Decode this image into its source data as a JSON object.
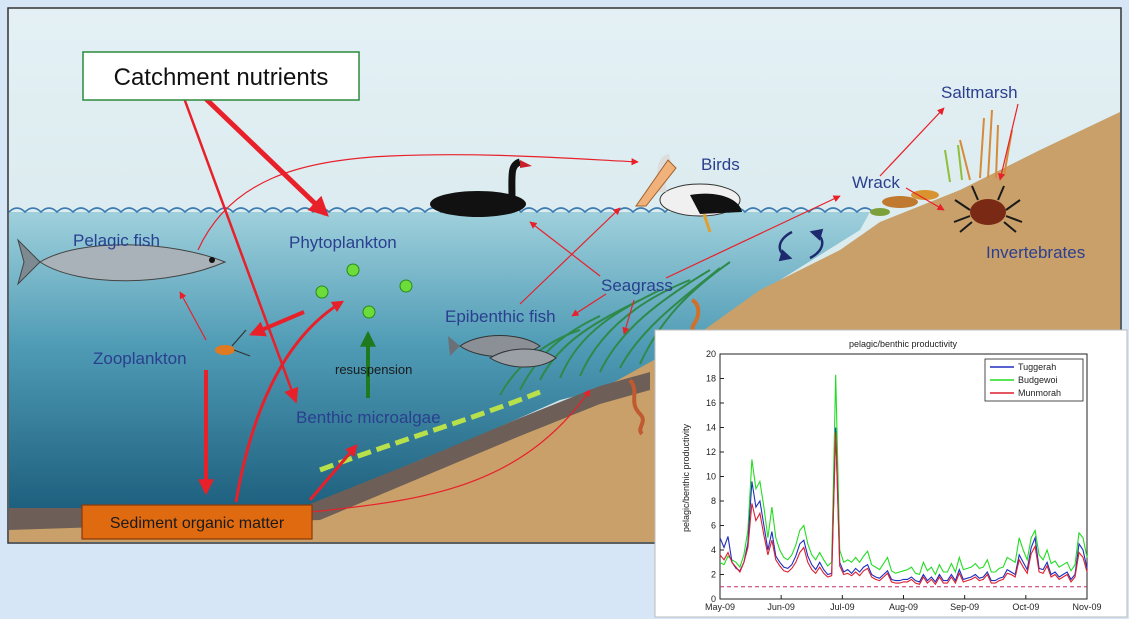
{
  "diagram": {
    "catchment_label": "Catchment nutrients",
    "sediment_label": "Sediment organic matter",
    "labels": {
      "pelagic_fish": "Pelagic fish",
      "phytoplankton": "Phytoplankton",
      "zooplankton": "Zooplankton",
      "resuspension": "resuspension",
      "benthic_microalgae": "Benthic microalgae",
      "epibenthic_fish": "Epibenthic fish",
      "seagrass": "Seagrass",
      "birds": "Birds",
      "wrack": "Wrack",
      "saltmarsh": "Saltmarsh",
      "invertebrates": "Invertebrates"
    },
    "colors": {
      "arrow": "#e8202a",
      "green_arrow": "#1f7a1f",
      "water_top": "#8fc4d6",
      "water_bottom": "#1f6a86",
      "sand": "#c9a06a",
      "sediment": "#6d5f57",
      "label_text": "#2a3f8f"
    }
  },
  "chart_data": {
    "type": "line",
    "title": "pelagic/benthic productivity",
    "xlabel": "",
    "ylabel": "pelagic/benthic productivity",
    "ylim": [
      0,
      20
    ],
    "yticks": [
      "0",
      "2",
      "4",
      "6",
      "8",
      "10",
      "12",
      "14",
      "16",
      "18",
      "20"
    ],
    "xticks": [
      "May-09",
      "Jun-09",
      "Jul-09",
      "Aug-09",
      "Sep-09",
      "Oct-09",
      "Nov-09"
    ],
    "legend_position": "top-right",
    "reference_line": 1,
    "x": [
      0,
      2,
      4,
      6,
      8,
      10,
      12,
      14,
      16,
      18,
      20,
      22,
      24,
      26,
      28,
      30,
      32,
      34,
      36,
      38,
      40,
      42,
      44,
      46,
      48,
      50,
      52,
      54,
      56,
      58,
      60,
      62,
      64,
      66,
      68,
      70,
      72,
      74,
      76,
      78,
      80,
      82,
      84,
      86,
      88,
      90,
      92,
      94,
      96,
      98,
      100,
      102,
      104,
      106,
      108,
      110,
      112,
      114,
      116,
      118,
      120,
      122,
      124,
      126,
      128,
      130,
      132,
      134,
      136,
      138,
      140,
      142,
      144,
      146,
      148,
      150,
      152,
      154,
      156,
      158,
      160,
      162,
      164,
      166,
      168,
      170,
      172,
      174,
      176,
      178,
      180,
      182,
      184
    ],
    "series": [
      {
        "name": "Tuggerah",
        "color": "#1f2fbf",
        "values": [
          5.0,
          4.2,
          5.1,
          3.0,
          2.5,
          2.3,
          3.0,
          4.6,
          9.6,
          7.5,
          8.0,
          6.0,
          4.0,
          5.5,
          3.5,
          3.0,
          2.6,
          2.5,
          2.8,
          3.5,
          4.5,
          4.8,
          3.5,
          2.8,
          2.4,
          3.0,
          2.4,
          2.0,
          2.1,
          14.0,
          3.0,
          2.2,
          2.4,
          2.1,
          2.5,
          2.2,
          2.6,
          2.8,
          2.0,
          1.8,
          1.7,
          2.0,
          2.3,
          1.6,
          1.5,
          1.5,
          1.6,
          1.6,
          1.8,
          1.5,
          1.4,
          2.0,
          1.5,
          1.8,
          1.4,
          2.0,
          1.5,
          1.5,
          2.0,
          1.5,
          2.4,
          1.6,
          1.7,
          1.8,
          2.0,
          1.7,
          1.8,
          2.2,
          1.5,
          1.5,
          1.7,
          1.8,
          2.4,
          2.2,
          2.0,
          3.6,
          3.0,
          2.4,
          4.2,
          5.0,
          2.5,
          2.4,
          3.0,
          2.0,
          2.2,
          1.8,
          2.0,
          2.2,
          1.6,
          2.0,
          4.5,
          4.0,
          2.5
        ]
      },
      {
        "name": "Budgewoi",
        "color": "#22dd22",
        "values": [
          3.0,
          2.8,
          3.5,
          3.2,
          3.0,
          2.6,
          3.6,
          5.6,
          11.4,
          9.0,
          9.6,
          7.5,
          5.0,
          7.5,
          5.0,
          4.0,
          3.4,
          3.2,
          3.6,
          4.4,
          5.6,
          6.0,
          4.5,
          3.6,
          3.2,
          3.8,
          3.2,
          2.7,
          3.0,
          18.3,
          4.0,
          3.0,
          3.2,
          3.0,
          3.4,
          3.0,
          3.5,
          3.9,
          2.8,
          2.6,
          2.4,
          2.9,
          3.4,
          2.3,
          2.1,
          2.2,
          2.3,
          2.4,
          2.6,
          2.1,
          2.0,
          3.0,
          2.3,
          2.6,
          2.0,
          2.8,
          2.2,
          2.2,
          2.9,
          2.2,
          3.4,
          2.4,
          2.5,
          2.6,
          2.9,
          2.5,
          2.6,
          3.2,
          2.2,
          2.2,
          2.5,
          2.6,
          3.4,
          3.2,
          3.0,
          5.0,
          4.0,
          3.2,
          5.0,
          5.6,
          3.6,
          3.2,
          4.0,
          2.9,
          3.1,
          2.6,
          2.8,
          3.0,
          2.3,
          2.8,
          5.4,
          5.0,
          3.4
        ]
      },
      {
        "name": "Munmorah",
        "color": "#dd1f2f",
        "values": [
          3.6,
          3.2,
          3.8,
          3.0,
          2.6,
          2.2,
          3.0,
          4.2,
          7.8,
          6.4,
          7.0,
          5.2,
          3.6,
          4.8,
          3.2,
          2.7,
          2.3,
          2.2,
          2.5,
          3.0,
          3.8,
          4.2,
          3.0,
          2.4,
          2.1,
          2.6,
          2.1,
          1.8,
          1.9,
          13.6,
          2.7,
          2.0,
          2.1,
          1.9,
          2.2,
          1.9,
          2.3,
          2.5,
          1.8,
          1.6,
          1.5,
          1.8,
          2.1,
          1.4,
          1.3,
          1.3,
          1.4,
          1.4,
          1.6,
          1.3,
          1.2,
          1.8,
          1.3,
          1.6,
          1.2,
          1.8,
          1.3,
          1.3,
          1.8,
          1.3,
          2.1,
          1.4,
          1.5,
          1.6,
          1.8,
          1.5,
          1.6,
          2.0,
          1.3,
          1.3,
          1.5,
          1.6,
          2.1,
          2.0,
          1.8,
          3.2,
          2.6,
          2.1,
          3.7,
          4.3,
          2.2,
          2.1,
          2.7,
          1.8,
          2.0,
          1.6,
          1.8,
          2.0,
          1.4,
          1.8,
          3.8,
          3.4,
          2.2
        ]
      }
    ]
  }
}
